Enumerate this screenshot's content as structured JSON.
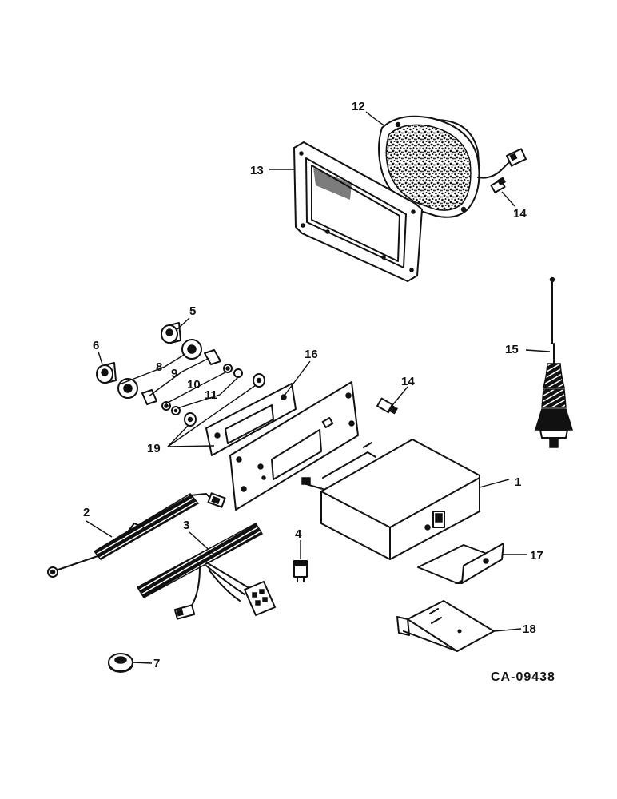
{
  "callouts": {
    "c1": "1",
    "c2": "2",
    "c3": "3",
    "c4": "4",
    "c5": "5",
    "c6": "6",
    "c7": "7",
    "c8": "8",
    "c9": "9",
    "c10": "10",
    "c11": "11",
    "c12": "12",
    "c13": "13",
    "c14a": "14",
    "c14b": "14",
    "c15": "15",
    "c16": "16",
    "c17": "17",
    "c18": "18",
    "c19": "19"
  },
  "drawing_code": "CA-09438"
}
